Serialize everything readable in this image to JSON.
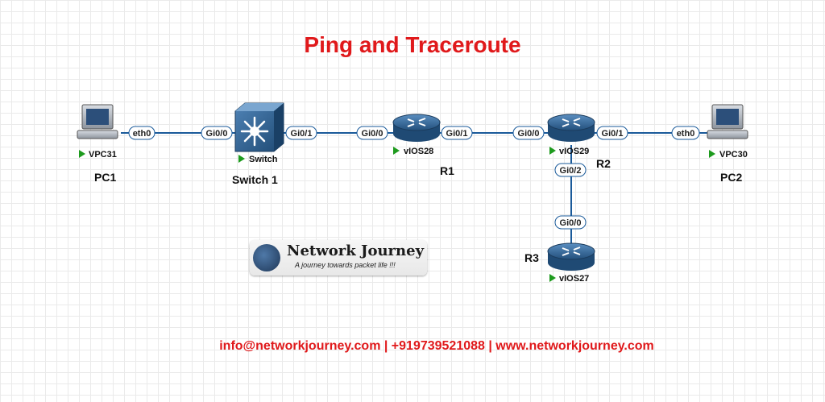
{
  "title": "Ping and Traceroute",
  "colors": {
    "title": "#e0191b",
    "footer": "#e0191b",
    "link": "#1a5a9a",
    "status": "#1e9b1e",
    "router": "#2e5f8c"
  },
  "nodes": {
    "pc1": {
      "name": "PC1",
      "label": "VPC31",
      "icon": "pc-icon"
    },
    "switch1": {
      "name": "Switch 1",
      "label": "Switch",
      "icon": "multilayer-switch-icon"
    },
    "r1": {
      "name": "R1",
      "label": "vIOS28",
      "icon": "router-icon"
    },
    "r2": {
      "name": "R2",
      "label": "vIOS29",
      "icon": "router-icon"
    },
    "r3": {
      "name": "R3",
      "label": "vIOS27",
      "icon": "router-icon"
    },
    "pc2": {
      "name": "PC2",
      "label": "VPC30",
      "icon": "pc-icon"
    }
  },
  "links": [
    {
      "from": "PC1",
      "from_if": "eth0",
      "to": "Switch 1",
      "to_if": "Gi0/0"
    },
    {
      "from": "Switch 1",
      "from_if": "Gi0/1",
      "to": "R1",
      "to_if": "Gi0/0"
    },
    {
      "from": "R1",
      "from_if": "Gi0/1",
      "to": "R2",
      "to_if": "Gi0/0"
    },
    {
      "from": "R2",
      "from_if": "Gi0/1",
      "to": "PC2",
      "to_if": "eth0"
    },
    {
      "from": "R2",
      "from_if": "Gi0/2",
      "to": "R3",
      "to_if": "Gi0/0"
    }
  ],
  "logo": {
    "name": "Network Journey",
    "tagline": "A journey towards packet life !!!"
  },
  "footer": "info@networkjourney.com | +919739521088 | www.networkjourney.com"
}
